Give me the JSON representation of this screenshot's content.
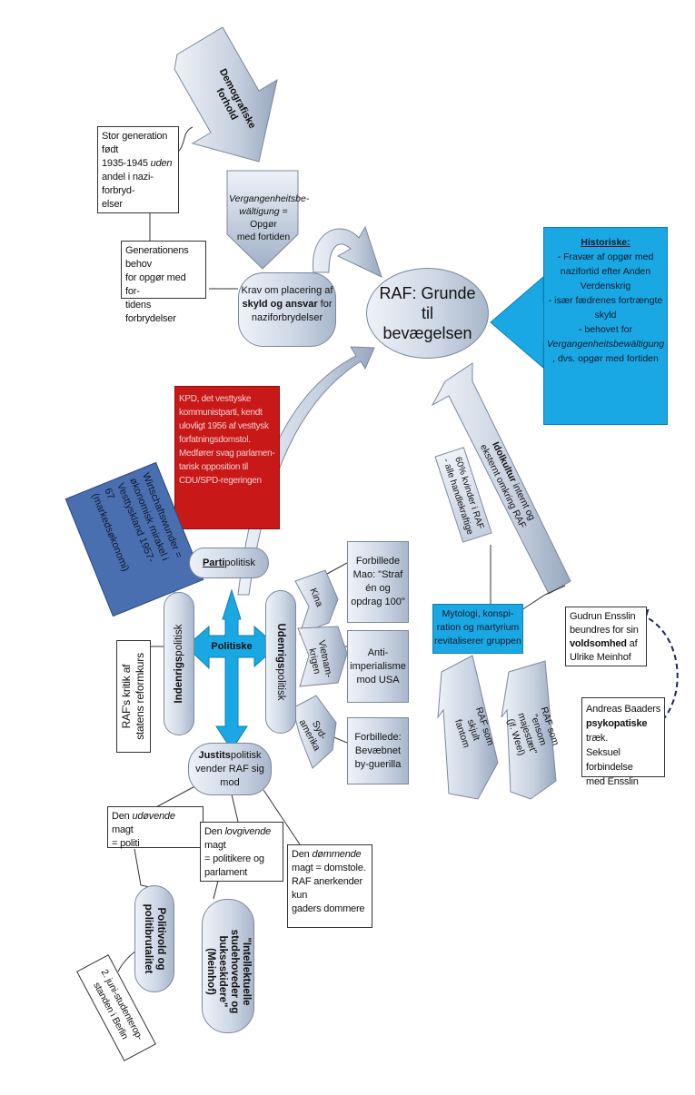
{
  "title_node": "RAF: Grunde til bevægelsen",
  "demografiske": "Demografiske forhold",
  "stor_generation": {
    "l1": "Stor generation født",
    "l2a": "1935-1945 ",
    "l2b": "uden",
    "l3": "andel i nazi-forbryd-",
    "l4": "elser"
  },
  "generationens": {
    "l1": "Generationens behov",
    "l2": "for opgør med for-",
    "l3": "tidens forbrydelser"
  },
  "vergangenheit": {
    "l1": "Vergangenheitsbe-",
    "l2a": "wältigung",
    "l2b": " = Opgør",
    "l3": "med fortiden"
  },
  "krav": {
    "l1": "Krav om placering af",
    "l2a": "skyld og ansvar",
    "l2b": " for",
    "l3": "naziforbrydelser"
  },
  "historiske": {
    "head": "Historiske:",
    "l1": "- Fravær af opgør med",
    "l2": "nazifortid efter Anden",
    "l3": "Verdenskrig",
    "l4": "- især fædrenes fortrængte",
    "l5": "skyld",
    "l6": "- behovet for",
    "l7": "Vergangenheitsbewältigung",
    "l8": ", dvs. opgør med fortiden"
  },
  "kpd": {
    "l1": "KPD, det vesttyske",
    "l2": "kommunistparti, kendt",
    "l3": "ulovligt 1956 af vesttysk",
    "l4": "forfatningsdomstol.",
    "l5": "Medfører svag parlamen-",
    "l6": "tarisk opposition til",
    "l7": "CDU/SPD-regeringen"
  },
  "wirtschaftswunder": {
    "l1": "Wirtschaftswunder =",
    "l2": "økonomisk mirakel i",
    "l3": "Vesttyskland 1957-",
    "l4": "67",
    "l5": "(markedsøkonomi)"
  },
  "partipolitisk": {
    "bold": "Parti",
    "rest": "politisk"
  },
  "indenrigs": {
    "bold": "Indenrigs",
    "rest": "politisk"
  },
  "udenrigs": {
    "bold": "Udenrigs",
    "rest": "politisk"
  },
  "justits": {
    "bold": "Justits",
    "rest": "politisk",
    "l2": "vender RAF sig",
    "l3": "mod"
  },
  "politiske": "Politiske",
  "rafs_kritik": {
    "l1": "RAF's kritik af",
    "l2": "statens reformkurs"
  },
  "kina": "Kina",
  "vietnam": "Vietnam-krigen",
  "sydamerika": "Syd-amerika",
  "mao": {
    "l1": "Forbillede",
    "l2": "Mao: \"Straf",
    "l3": "én og",
    "l4": "opdrag 100\""
  },
  "anti": {
    "l1": "Anti-",
    "l2": "imperialisme",
    "l3": "mod USA"
  },
  "bevaebnet": {
    "l1": "Forbillede:",
    "l2": "Bevæbnet",
    "l3": "by-guerilla"
  },
  "udovende": {
    "l1a": "Den ",
    "l1b": "udøvende",
    "l1c": " magt",
    "l2": "= politi"
  },
  "lovgivende": {
    "l1a": "Den ",
    "l1b": "lovgivende",
    "l1c": " magt",
    "l2": "= politikere og",
    "l3": "parlament"
  },
  "dommende": {
    "l1a": "Den ",
    "l1b": "dømmende",
    "l2": "magt = domstole.",
    "l3": "RAF anerkender kun",
    "l4": "gaders dommere"
  },
  "politivold": {
    "l1": "Politivold og",
    "l2": "politibrutalitet"
  },
  "juni": {
    "l1": "2. juni-studenterop-",
    "l2": "standen i Berlin"
  },
  "intellektuelle": {
    "l1": "\"Intellektuelle",
    "l2": "studehoveder og",
    "l3": "bukseskidere\"",
    "l4": "(Meinhof)"
  },
  "idolkultur": {
    "bold": "Idolkultur",
    "rest": " internt og",
    "l2": "eksternt omkring RAF"
  },
  "kvinder": {
    "l1": "60% kvinder i RAF",
    "l2": "- alle handlekraftige"
  },
  "mytologi": {
    "l1": "Mytologi, konspi-",
    "l2": "ration og martyrium",
    "l3": "revitaliserer gruppen"
  },
  "fantom": {
    "l1": "RAF som",
    "l2": "skjult",
    "l3": "fantom"
  },
  "ensom": {
    "l1": "RAF som",
    "l2": "\"ensom",
    "l3": "majestæt\"",
    "l4": "(jf. Weel)"
  },
  "gudrun": {
    "l1": "Gudrun Ensslin",
    "l2": "beundres for sin",
    "l3": "voldsomhed",
    "l3b": " af",
    "l4": "Ulrike Meinhof"
  },
  "andreas": {
    "l1": "Andreas Baaders",
    "l2a": "psykopatiske",
    "l2b": " træk.",
    "l3": "Seksuel forbindelse",
    "l4": "med Ensslin"
  },
  "colors": {
    "red": "#c81818",
    "blue": "#4a6fb0",
    "cyan": "#1aa8e4",
    "steel": "#b8c4d6"
  }
}
